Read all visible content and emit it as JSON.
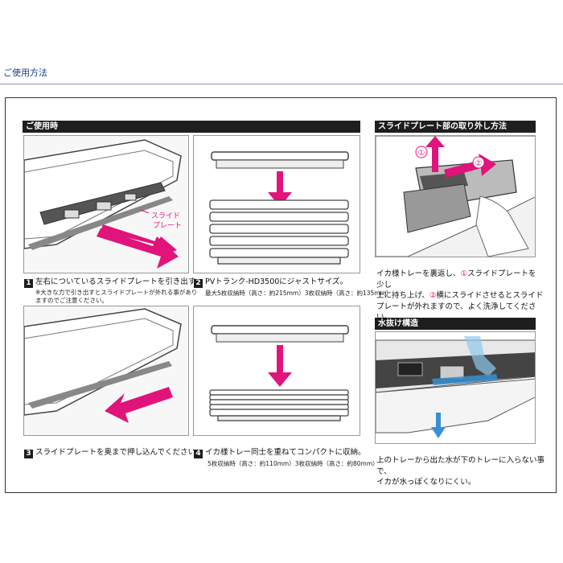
{
  "page_title": "ご使用方法",
  "sections": {
    "usage_header": "ご使用時",
    "slide_header": "スライドプレート部の取り外し方法",
    "drain_header": "水抜け構造"
  },
  "steps": [
    {
      "num": "1",
      "text": "左右についているスライドプレートを引き出す。",
      "notes": [
        "※大きな力で引き出すとスライドプレートが外れる事があり",
        "ますのでご注意ください。"
      ]
    },
    {
      "num": "2",
      "text": "PVトランク-HD3500にジャストサイズ。",
      "notes": [
        "最大5枚収納時（高さ：約215mm）3枚収納時（高さ：約135mm）"
      ]
    },
    {
      "num": "3",
      "text": "スライドプレートを奥まで押し込んでください。",
      "notes": []
    },
    {
      "num": "4",
      "text": "イカ様トレー同士を重ねてコンパクトに収納。",
      "notes": [
        "5枚収納時（高さ：約110mm）3枚収納時（高さ：約80mm）"
      ]
    }
  ],
  "slide_label": [
    "スライド",
    "プレート"
  ],
  "slide_marks": [
    "①",
    "②"
  ],
  "slide_text": {
    "line1_a": "イカ様トレーを裏返し、",
    "line1_c1": "①",
    "line1_b": "スライドプレートを少し",
    "line2_a": "上に持ち上げ、",
    "line2_c2": "②",
    "line2_b": "横にスライドさせるとスライド",
    "line3": "プレートが外れますので、よく洗浄してください。"
  },
  "drain_text": [
    "上のトレーから出た水が下のトレーに入らない事で、",
    "イカが水っぽくなりにくい。"
  ],
  "colors": {
    "accent": "#e0147a",
    "water": "#3a8fd0",
    "header_bg": "#1e1e1e",
    "title": "#1a3f8a"
  }
}
